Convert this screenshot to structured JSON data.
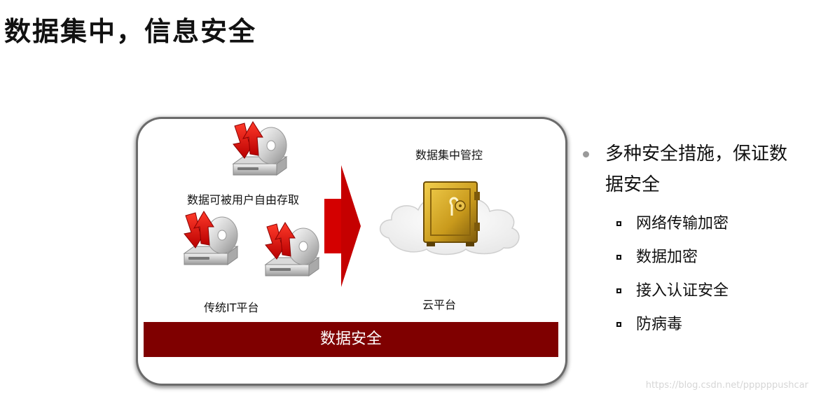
{
  "slide": {
    "title": "数据集中，信息安全"
  },
  "diagram": {
    "left_caption_top": "数据可被用户自由存取",
    "left_caption_bottom": "传统IT平台",
    "right_caption_top": "数据集中管控",
    "right_caption_bottom": "云平台",
    "band_label": "数据安全",
    "colors": {
      "band": "#7f0000",
      "arrow": "#d40000",
      "safe": "#c9a227"
    }
  },
  "bullets": {
    "main": "多种安全措施，保证数据安全",
    "items": [
      "网络传输加密",
      "数据加密",
      "接入认证安全",
      "防病毒"
    ]
  },
  "watermark": "https://blog.csdn.net/ppppppushcar"
}
